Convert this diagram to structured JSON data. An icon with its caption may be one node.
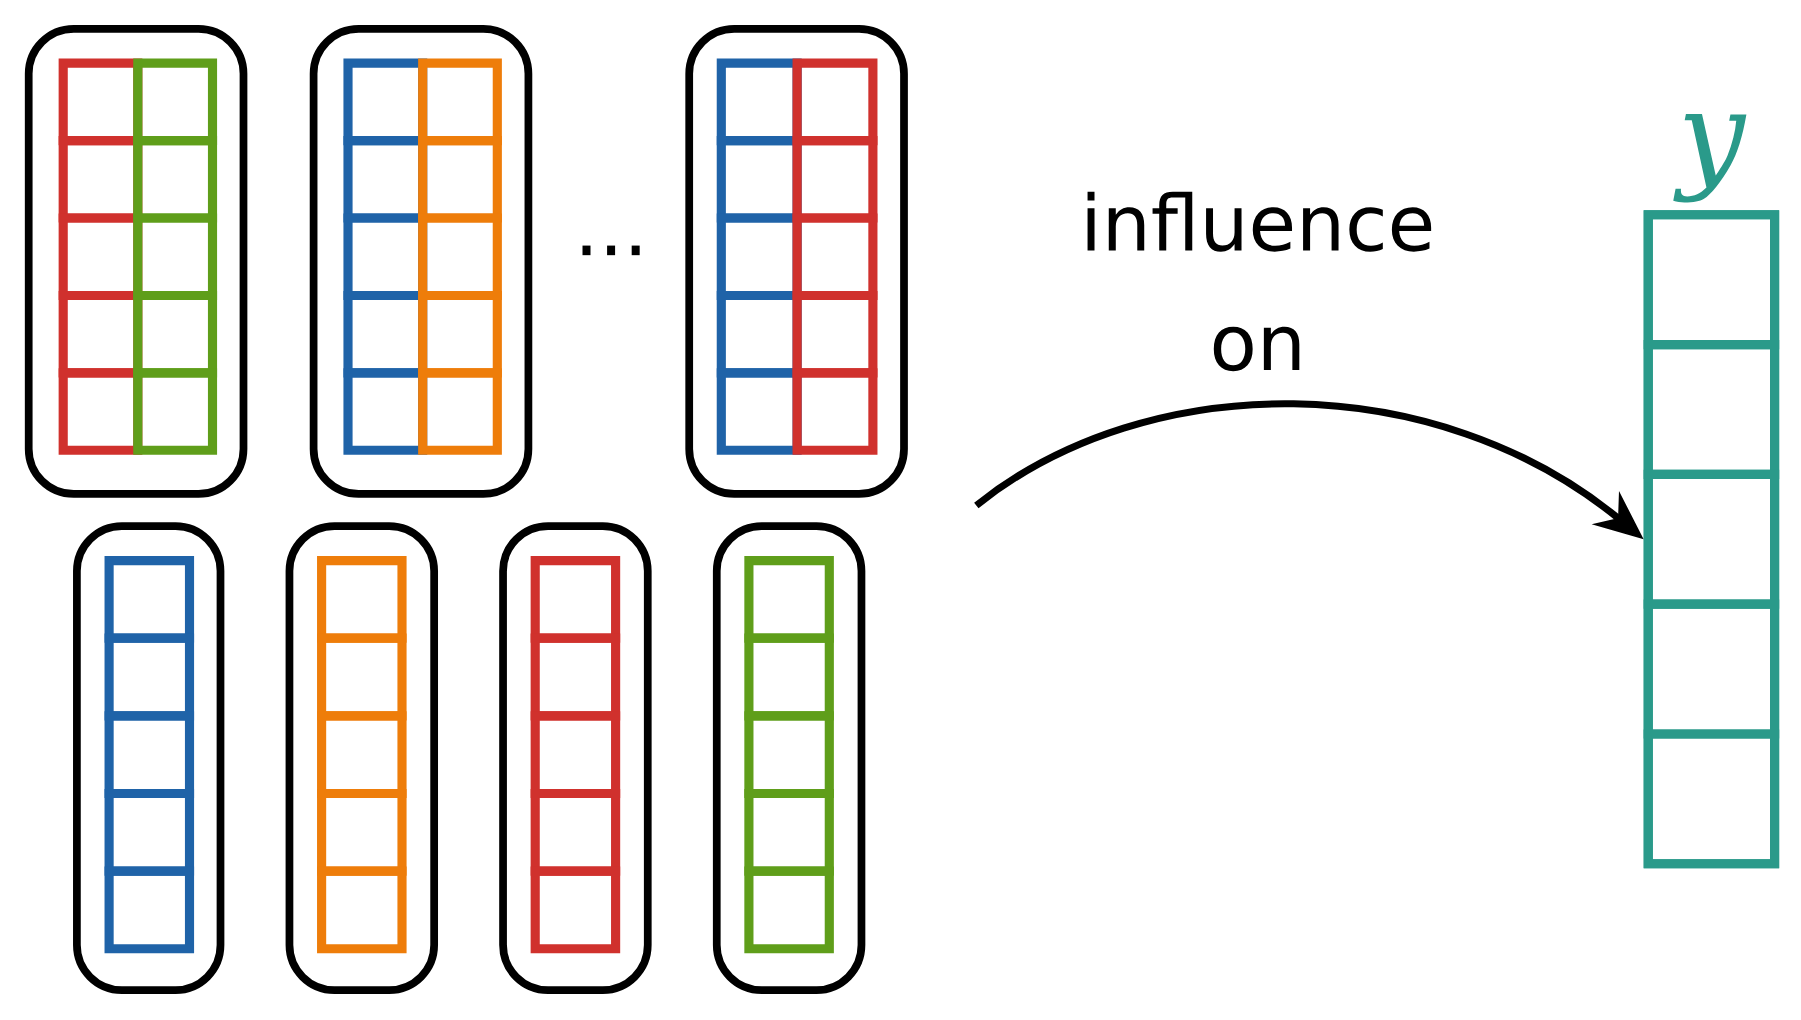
{
  "diagram": {
    "nodes": [
      {
        "text": [],
        "shape": "box"
      },
      {
        "text": [],
        "shape": "box"
      },
      {
        "text": [],
        "shape": "box"
      },
      {
        "text": [],
        "shape": "box"
      },
      {
        "text": [],
        "shape": "box"
      },
      {
        "text": [],
        "shape": "box"
      },
      {
        "text": [],
        "shape": "box"
      },
      {
        "text": [
          "y"
        ]
      }
    ],
    "edges": [
      {
        "from": null,
        "to": 7,
        "arrow": "to",
        "label": "influence on"
      }
    ],
    "labels": [
      "..."
    ]
  }
}
